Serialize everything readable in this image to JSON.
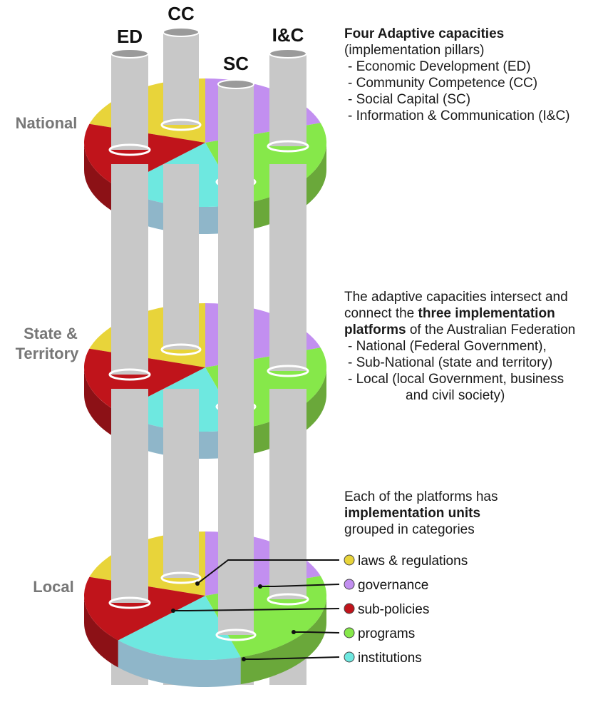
{
  "pillars": [
    {
      "id": "ed",
      "label": "ED"
    },
    {
      "id": "cc",
      "label": "CC"
    },
    {
      "id": "sc",
      "label": "SC"
    },
    {
      "id": "ic",
      "label": "I&C"
    }
  ],
  "platforms": [
    {
      "id": "national",
      "label": "National"
    },
    {
      "id": "state",
      "label_line1": "State &",
      "label_line2": "Territory"
    },
    {
      "id": "local",
      "label": "Local"
    }
  ],
  "capacities_block": {
    "heading": "Four Adaptive capacities",
    "subheading": "(implementation pillars)",
    "items": [
      "- Economic Development (ED)",
      "- Community Competence (CC)",
      "- Social Capital (SC)",
      "- Information & Communication (I&C)"
    ]
  },
  "platforms_block": {
    "line1": "The adaptive capacities intersect and",
    "line2_pre": "connect the ",
    "line2_bold": "three implementation",
    "line3_bold": "platforms",
    "line3_post": " of the Australian Federation",
    "items": [
      "- National (Federal Government),",
      "- Sub-National (state and territory)",
      "- Local (local Government, business",
      "and civil society)"
    ]
  },
  "units_block": {
    "line1": "Each of the platforms has",
    "line2_bold": "implementation units",
    "line3": "grouped in categories"
  },
  "legend": [
    {
      "id": "laws",
      "label": "laws & regulations",
      "color": "#e8d43a"
    },
    {
      "id": "governance",
      "label": "governance",
      "color": "#c28ff0"
    },
    {
      "id": "subpolicies",
      "label": "sub-policies",
      "color": "#c0141b"
    },
    {
      "id": "programs",
      "label": "programs",
      "color": "#86e84a"
    },
    {
      "id": "institutions",
      "label": "institutions",
      "color": "#6ee8e0"
    }
  ],
  "colors": {
    "pillar": "#c8c8c8",
    "pillar_top": "#9a9a9a",
    "label_gray": "#777777"
  }
}
